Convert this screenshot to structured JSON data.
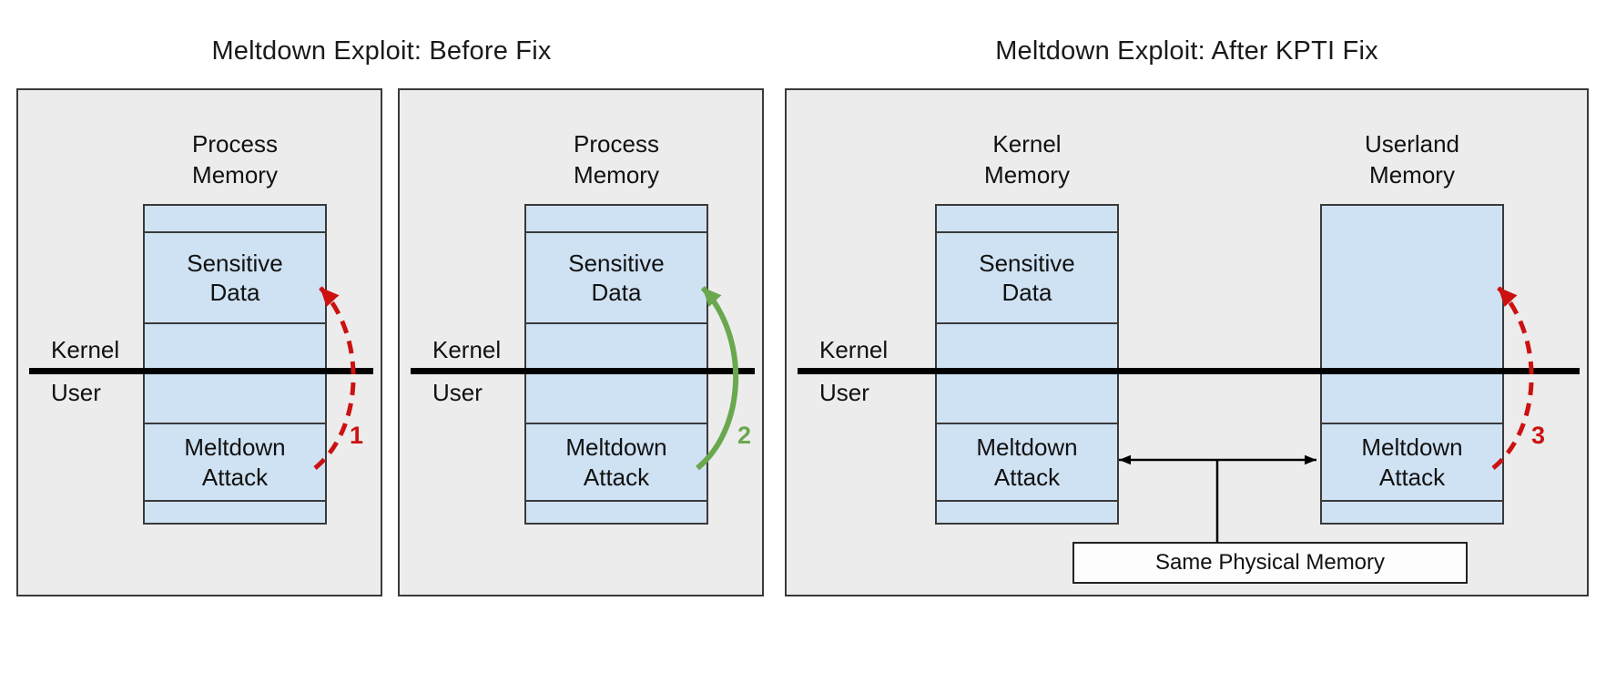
{
  "titles": {
    "before": "Meltdown Exploit: Before Fix",
    "after": "Meltdown Exploit: After KPTI Fix"
  },
  "colors": {
    "panel_bg": "#ececec",
    "memory_fill": "#cfe2f3",
    "boundary_line": "#000000",
    "arrow_red": "#cc1111",
    "arrow_green": "#6aa84f"
  },
  "panels": [
    {
      "kernel_label": "Kernel",
      "user_label": "User",
      "arrow_step": "1",
      "columns": [
        {
          "label": "Process\nMemory",
          "sensitive": "Sensitive\nData",
          "attack": "Meltdown\nAttack"
        }
      ]
    },
    {
      "kernel_label": "Kernel",
      "user_label": "User",
      "arrow_step": "2",
      "columns": [
        {
          "label": "Process\nMemory",
          "sensitive": "Sensitive\nData",
          "attack": "Meltdown\nAttack"
        }
      ]
    },
    {
      "kernel_label": "Kernel",
      "user_label": "User",
      "arrow_step": "3",
      "shared_memory_label": "Same Physical Memory",
      "columns": [
        {
          "label": "Kernel\nMemory",
          "sensitive": "Sensitive\nData",
          "attack": "Meltdown\nAttack"
        },
        {
          "label": "Userland\nMemory",
          "attack": "Meltdown\nAttack"
        }
      ]
    }
  ]
}
